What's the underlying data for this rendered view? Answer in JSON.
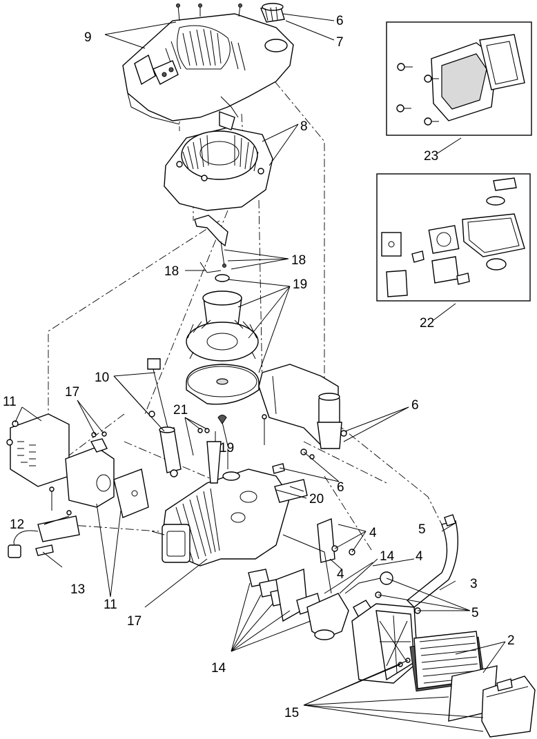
{
  "callouts": {
    "c2": "2",
    "c3": "3",
    "c4a": "4",
    "c4b": "4",
    "c4c": "4",
    "c5a": "5",
    "c5b": "5",
    "c6a": "6",
    "c6b": "6",
    "c6c": "6",
    "c7": "7",
    "c8": "8",
    "c9": "9",
    "c10": "10",
    "c11a": "11",
    "c11b": "11",
    "c12": "12",
    "c13": "13",
    "c14a": "14",
    "c14b": "14",
    "c15": "15",
    "c17a": "17",
    "c17b": "17",
    "c18a": "18",
    "c18b": "18",
    "c19a": "19",
    "c19b": "19",
    "c20": "20",
    "c21": "21",
    "c22": "22",
    "c23": "23"
  }
}
